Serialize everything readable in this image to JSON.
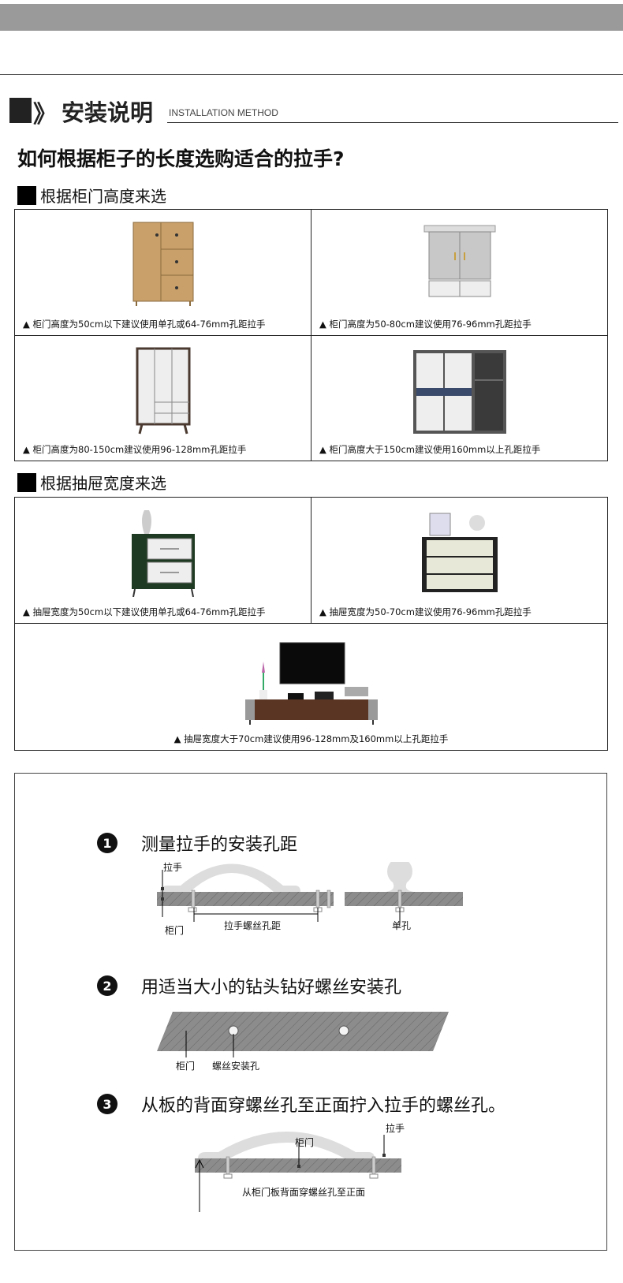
{
  "header": {
    "title": "安装说明",
    "subtitle": "INSTALLATION METHOD",
    "chevrons": "》"
  },
  "question": "如何根据柜子的长度选购适合的拉手?",
  "section1": {
    "heading": "根据柜门高度来选",
    "items": [
      {
        "caption": "▲ 柜门高度为50cm以下建议使用单孔或64-76mm孔距拉手"
      },
      {
        "caption": "▲ 柜门高度为50-80cm建议使用76-96mm孔距拉手"
      },
      {
        "caption": "▲ 柜门高度为80-150cm建议使用96-128mm孔距拉手"
      },
      {
        "caption": "▲ 柜门高度大于150cm建议使用160mm以上孔距拉手"
      }
    ]
  },
  "section2": {
    "heading": "根据抽屉宽度来选",
    "items": [
      {
        "caption": "▲ 抽屉宽度为50cm以下建议使用单孔或64-76mm孔距拉手"
      },
      {
        "caption": "▲ 抽屉宽度为50-70cm建议使用76-96mm孔距拉手"
      },
      {
        "caption": "▲ 抽屉宽度大于70cm建议使用96-128mm及160mm以上孔距拉手"
      }
    ]
  },
  "steps": [
    {
      "num": "1",
      "text": "测量拉手的安装孔距",
      "labels": {
        "handle": "拉手",
        "door": "柜门",
        "spacing": "拉手螺丝孔距",
        "single": "单孔"
      }
    },
    {
      "num": "2",
      "text": "用适当大小的钻头钻好螺丝安装孔",
      "labels": {
        "door": "柜门",
        "hole": "螺丝安装孔"
      }
    },
    {
      "num": "3",
      "text": "从板的背面穿螺丝孔至正面拧入拉手的螺丝孔。",
      "labels": {
        "handle": "拉手",
        "door": "柜门",
        "through": "从柜门板背面穿螺丝孔至正面"
      }
    }
  ]
}
